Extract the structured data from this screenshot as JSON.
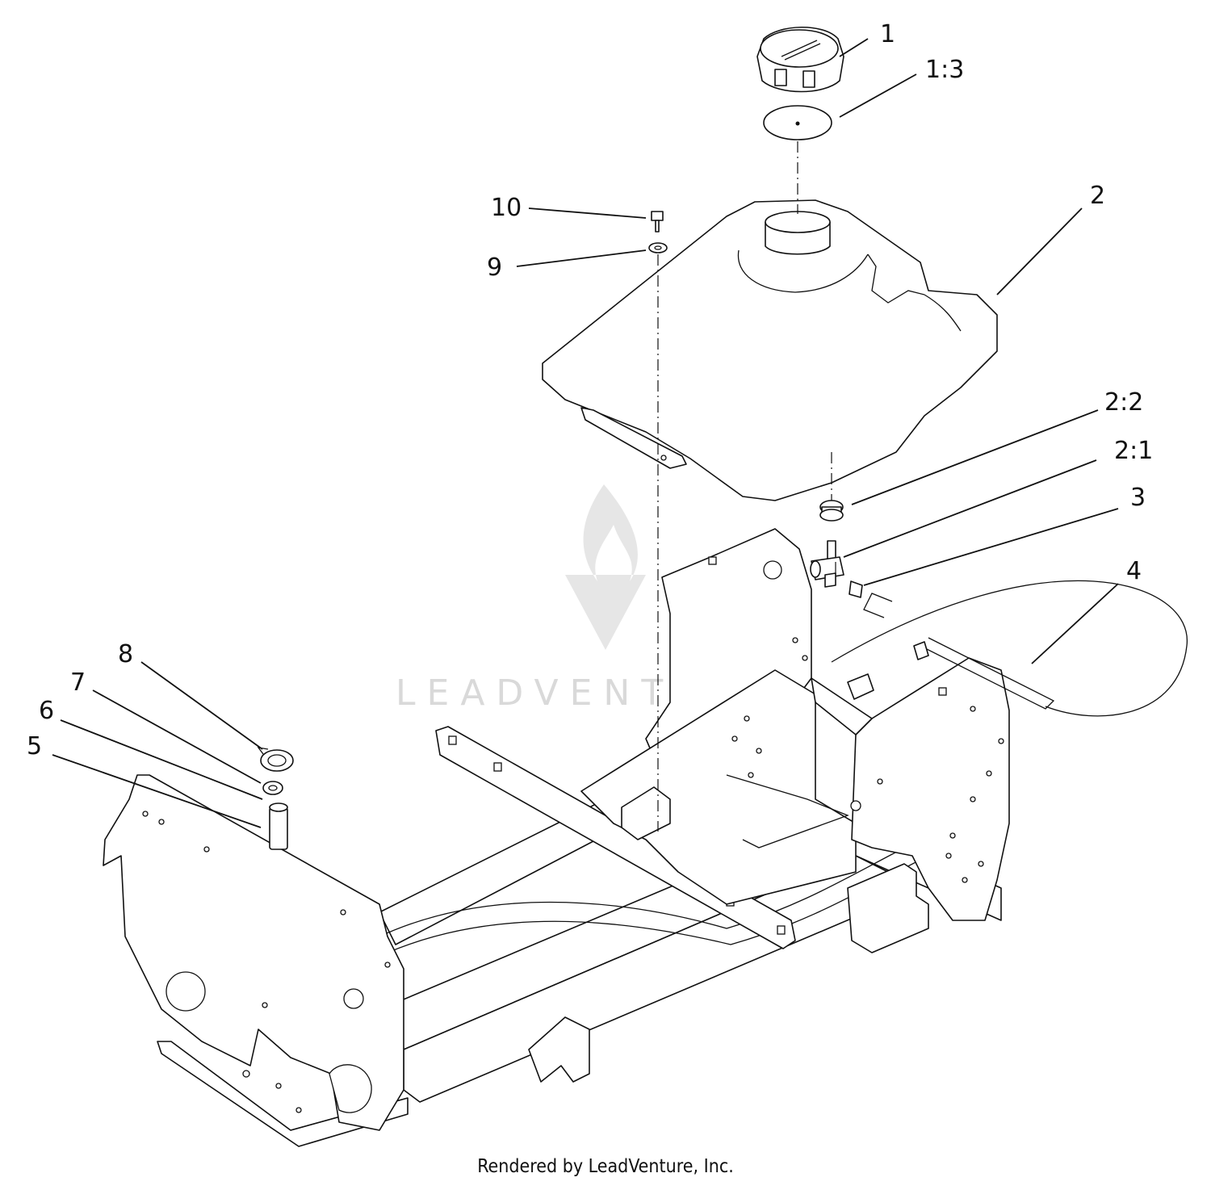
{
  "callouts": [
    {
      "id": "1",
      "label": "1"
    },
    {
      "id": "1_3",
      "label": "1:3"
    },
    {
      "id": "2",
      "label": "2"
    },
    {
      "id": "2_2",
      "label": "2:2"
    },
    {
      "id": "2_1",
      "label": "2:1"
    },
    {
      "id": "3",
      "label": "3"
    },
    {
      "id": "4",
      "label": "4"
    },
    {
      "id": "5",
      "label": "5"
    },
    {
      "id": "6",
      "label": "6"
    },
    {
      "id": "7",
      "label": "7"
    },
    {
      "id": "8",
      "label": "8"
    },
    {
      "id": "9",
      "label": "9"
    },
    {
      "id": "10",
      "label": "10"
    }
  ],
  "watermark": {
    "text": "LEADVENTURE",
    "color": "#d9d9d9"
  },
  "footer": {
    "text": "Rendered by LeadVenture, Inc."
  }
}
